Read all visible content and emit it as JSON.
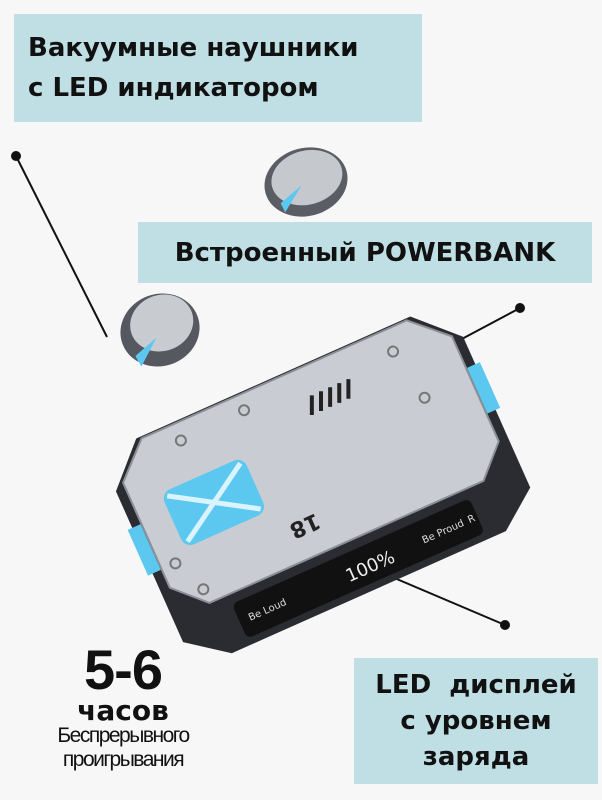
{
  "callouts": {
    "earbuds": {
      "line1": "Вакуумные наушники",
      "line2": "с LED индикатором"
    },
    "powerbank": {
      "text": "Встроенный POWERBANK"
    },
    "display": {
      "line1": "LED  дисплей",
      "line2": "с уровнем",
      "line3": "заряда"
    }
  },
  "playtime": {
    "hours": "5-6",
    "unit": "часов",
    "line1": "Беспрерывного",
    "line2": "проигрывания"
  },
  "product_markings": {
    "model": "18",
    "left_label": "Be Loud",
    "right_label": "Be Proud",
    "battery_percent": "100%",
    "right_marker": "R"
  },
  "colors": {
    "callout_bg": "#bfdfe4",
    "led_blue": "#5cc8f0",
    "case_silver": "#c9ccd2"
  }
}
